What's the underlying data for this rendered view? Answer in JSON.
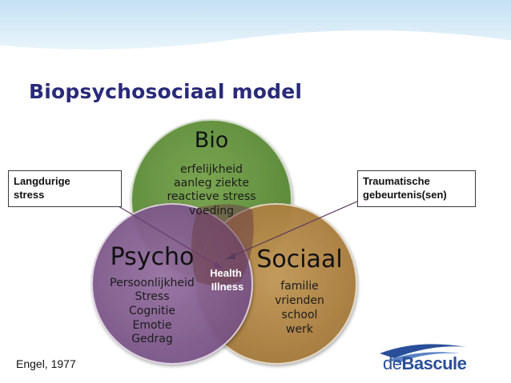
{
  "title": "Biopsychosociaal model",
  "circles": {
    "bio": {
      "title": "Bio",
      "items": [
        "erfelijkheid",
        "aanleg ziekte",
        "reactieve stress",
        "voeding"
      ],
      "color": "#6e9a48"
    },
    "psycho": {
      "title": "Psycho",
      "items": [
        "Persoonlijkheid",
        "Stress",
        "Cognitie",
        "Emotie",
        "Gedrag"
      ],
      "color": "#8a6290"
    },
    "sociaal": {
      "title": "Sociaal",
      "items": [
        "familie",
        "vrienden",
        "school",
        "werk"
      ],
      "color": "#b4894a"
    }
  },
  "center": {
    "line1": "Health",
    "line2": "Illness"
  },
  "callouts": {
    "left": {
      "line1": "Langdurige",
      "line2": "stress"
    },
    "right": {
      "line1": "Traumatische",
      "line2": "gebeurtenis(sen)"
    }
  },
  "citation": "Engel, 1977",
  "logo": {
    "prefix": "de",
    "name": "Bascule",
    "color": "#2a4f9a"
  },
  "colors": {
    "banner": "#d6eaf6",
    "title": "#2a2a7a",
    "overlap": "#6b4048"
  }
}
